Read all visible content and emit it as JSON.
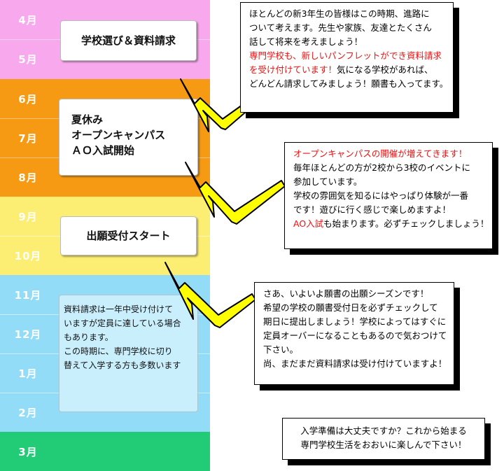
{
  "months": [
    "4月",
    "5月",
    "6月",
    "7月",
    "8月",
    "9月",
    "10月",
    "11月",
    "12月",
    "1月",
    "2月",
    "3月"
  ],
  "events": {
    "spring": "学校選び＆資料請求",
    "summer": [
      "夏休み",
      "オープンキャンパス",
      "ＡＯ入試開始"
    ],
    "autumn": "出願受付スタート"
  },
  "winter_note": [
    "資料請求は一年中受け付けて",
    "いますが定員に達している場合",
    "もあります。",
    "この時期に、専門学校に切り",
    "替えて入学する方も多数います"
  ],
  "callout1": {
    "line1": "ほとんどの新3年生の皆様はこの時期、進路に",
    "line2": "ついて考えます。先生や家族、友達とたくさん",
    "line3": "話して将来を考えましょう！",
    "line4_red": "専門学校も、新しいパンフレットができ資料請求",
    "line5_red": "を受け付けています！",
    "line5_rest": "気になる学校があれば、",
    "line6": "どんどん請求してみましょう！願書も入ってます。"
  },
  "callout2": {
    "line1_red": "オープンキャンパスの開催が増えてきます！",
    "line2": "毎年ほとんどの方が2校から3校のイベントに",
    "line3": "参加しています。",
    "line4": "学校の雰囲気を知るにはやっぱり体験が一番",
    "line5": "です！遊びに行く感じで楽しめますよ！",
    "line6_red": "AO入試",
    "line6_rest": "も始まります。必ずチェックしましょう！"
  },
  "callout3": {
    "line1": "さあ、いよいよ願書の出願シーズンです！",
    "line2": "希望の学校の願書受付日を必ずチェックして",
    "line3": "期日に提出しましょう！学校によってはすぐに",
    "line4": "定員オーバーになることもあるので気おつけて",
    "line5": "下さい。",
    "line6": "尚、まだまだ資料請求は受け付けていますよ！"
  },
  "final_note": {
    "line1": "入学準備は大丈夫ですか？これから始まる",
    "line2": "専門学校生活をおおいに楽しんで下さい！"
  },
  "colors": {
    "pink": "#f8a8ec",
    "orange": "#f59a12",
    "yellow": "#fcee72",
    "blue": "#92dcf7",
    "green": "#22cc77",
    "arrow_yellow": "#ffff00",
    "red_text": "#ee1111"
  }
}
